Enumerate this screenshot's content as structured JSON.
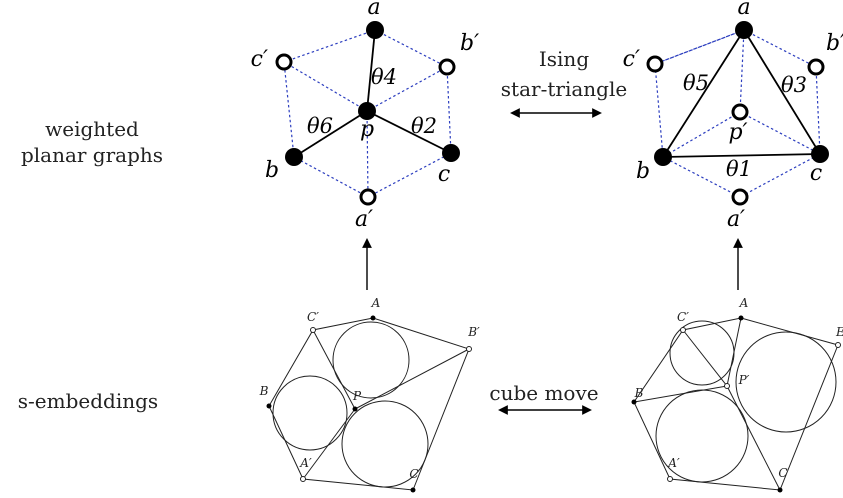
{
  "row_labels": {
    "top_line1": "weighted",
    "top_line2": "planar graphs",
    "bottom": "s-embeddings"
  },
  "moves": {
    "star_triangle_line1": "Ising",
    "star_triangle_line2": "star-triangle",
    "cube_move": "cube move"
  },
  "star_graph": {
    "vertices": {
      "a": "a",
      "b": "b",
      "c": "c",
      "p": "p",
      "a_prime": "a′",
      "b_prime": "b′",
      "c_prime": "c′"
    },
    "weights": {
      "theta2": "θ2",
      "theta4": "θ4",
      "theta6": "θ6"
    }
  },
  "triangle_graph": {
    "vertices": {
      "a": "a",
      "b": "b",
      "c": "c",
      "p_prime": "p′",
      "a_prime": "a′",
      "b_prime": "b′",
      "c_prime": "c′"
    },
    "weights": {
      "theta1": "θ1",
      "theta3": "θ3",
      "theta5": "θ5"
    }
  },
  "left_embedding": {
    "labels": {
      "A": "A",
      "B": "B",
      "C": "C",
      "P": "P",
      "A_prime": "A′",
      "B_prime": "B′",
      "C_prime": "C′"
    }
  },
  "right_embedding": {
    "labels": {
      "A": "A",
      "B": "B",
      "C": "C",
      "P_prime": "P′",
      "A_prime": "A′",
      "B_prime": "E",
      "C_prime": "C′"
    }
  },
  "colors": {
    "dashed_edges": "#2c3ebf",
    "solid_edges": "#000000",
    "black_vertex": "#000000",
    "white_vertex": "#ffffff"
  }
}
